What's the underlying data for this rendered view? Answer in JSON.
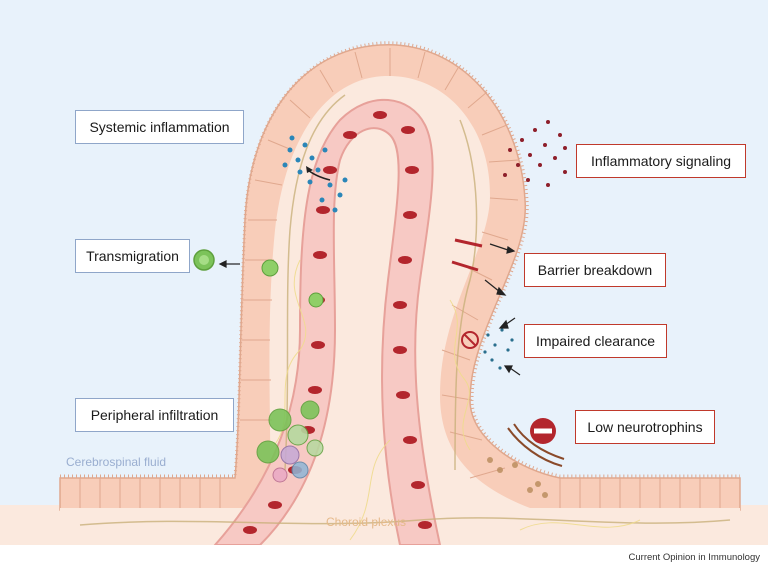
{
  "labels": {
    "systemic_inflammation": "Systemic inflammation",
    "transmigration": "Transmigration",
    "peripheral_infiltration": "Peripheral infiltration",
    "inflammatory_signaling": "Inflammatory signaling",
    "barrier_breakdown": "Barrier breakdown",
    "impaired_clearance": "Impaired clearance",
    "low_neurotrophins": "Low neurotrophins"
  },
  "regions": {
    "csf": "Cerebrospinal fluid",
    "choroid_plexus": "Choroid plexus"
  },
  "credit": "Current Opinion in Immunology",
  "colors": {
    "background": "#e8f2fb",
    "epithelium": "#f8cdb9",
    "epithelium_edge": "#e0a88e",
    "stroma": "#fbe9de",
    "vessel": "#f7c9c4",
    "rbc": "#b3262d",
    "blue_box": "#8fa6c9",
    "red_box": "#c0392b",
    "immune_cell": "#7cc35a",
    "inflammatory_dots": "#8e1f2a",
    "cytokine_dots": "#2a86b8"
  }
}
